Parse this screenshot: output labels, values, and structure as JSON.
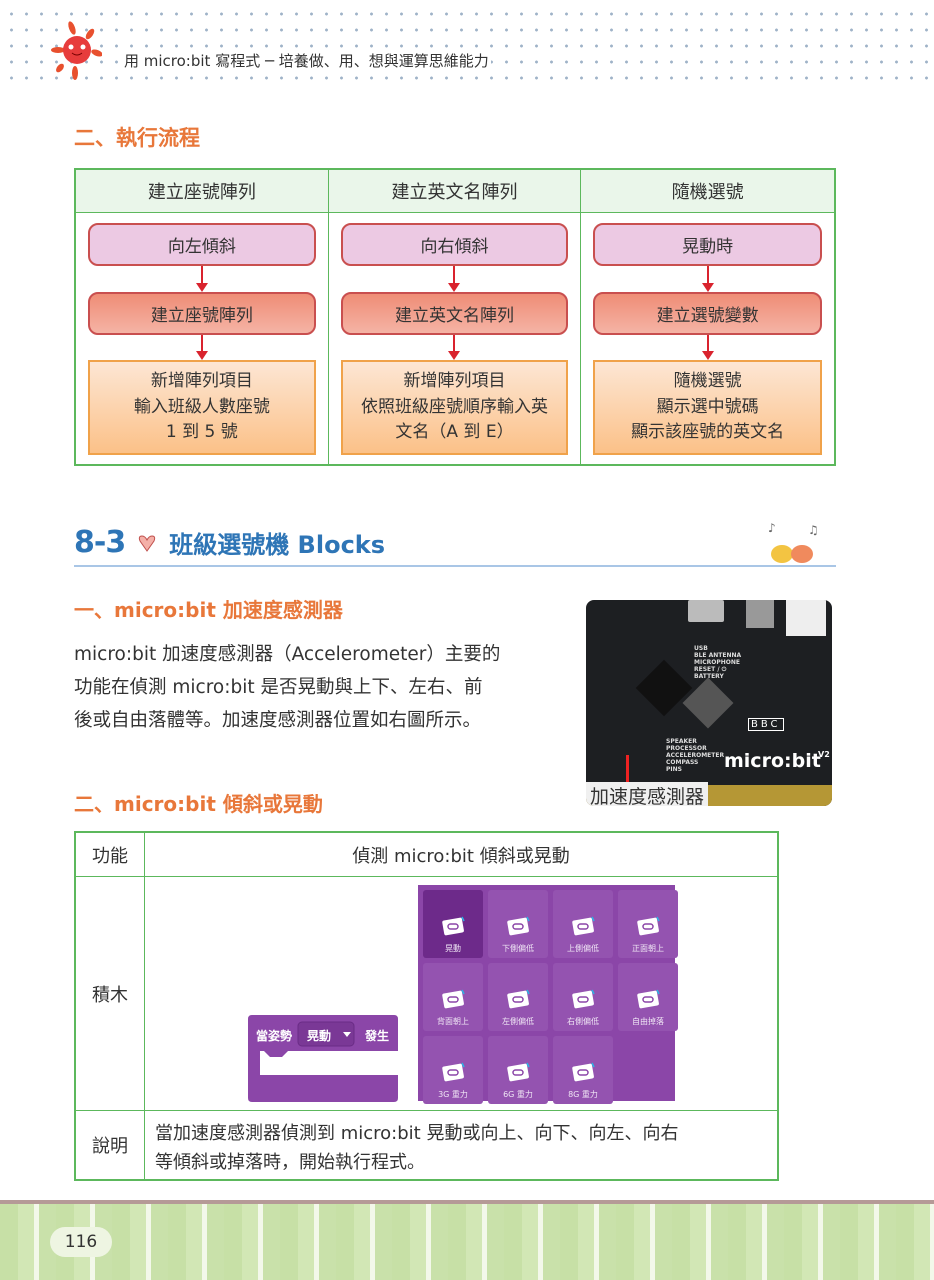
{
  "header": {
    "running_title": "用 micro:bit 寫程式 ─ 培養做、用、想與運算思維能力"
  },
  "flow_section": {
    "heading": "二、執行流程",
    "columns": [
      {
        "title": "建立座號陣列",
        "event": "向左傾斜",
        "action": "建立座號陣列",
        "steps": [
          "新增陣列項目",
          "輸入班級人數座號",
          "1 到 5 號"
        ]
      },
      {
        "title": "建立英文名陣列",
        "event": "向右傾斜",
        "action": "建立英文名陣列",
        "steps": [
          "新增陣列項目",
          "依照班級座號順序輸入英",
          "文名（A 到 E）"
        ]
      },
      {
        "title": "隨機選號",
        "event": "晃動時",
        "action": "建立選號變數",
        "steps": [
          "隨機選號",
          "顯示選中號碼",
          "顯示該座號的英文名"
        ]
      }
    ]
  },
  "section": {
    "number": "8-3",
    "title": "班級選號機 Blocks"
  },
  "sub1": {
    "heading": "一、micro:bit 加速度感測器",
    "lines": [
      "micro:bit 加速度感測器（Accelerometer）主要的",
      "功能在偵測 micro:bit 是否晃動與上下、左右、前",
      "後或自由落體等。加速度感測器位置如右圖所示。"
    ]
  },
  "photo": {
    "caption": "加速度感測器",
    "board_labels": [
      "USB",
      "BLE ANTENNA",
      "MICROPHONE",
      "RESET / ⏻",
      "BATTERY",
      "SPEAKER",
      "PROCESSOR",
      "ACCELEROMETER",
      "COMPASS",
      "PINS"
    ],
    "logo": "micro:bit",
    "bbc": "BBC",
    "version": "V2"
  },
  "sub2": {
    "heading": "二、micro:bit 傾斜或晃動"
  },
  "table": {
    "r1_key": "功能",
    "r1_val": "偵測 micro:bit 傾斜或晃動",
    "r2_key": "積木",
    "r3_key": "說明",
    "r3_lines": [
      "當加速度感測器偵測到 micro:bit 晃動或向上、向下、向左、向右",
      "等傾斜或掉落時，開始執行程式。"
    ]
  },
  "block": {
    "prefix": "當姿勢",
    "dropdown": "晃動",
    "suffix": "發生"
  },
  "gestures": [
    "晃動",
    "下側偏低",
    "上側偏低",
    "正面朝上",
    "背面朝上",
    "左側偏低",
    "右側偏低",
    "自由掉落",
    "3G 重力",
    "6G 重力",
    "8G 重力"
  ],
  "footer": {
    "page": "116"
  }
}
